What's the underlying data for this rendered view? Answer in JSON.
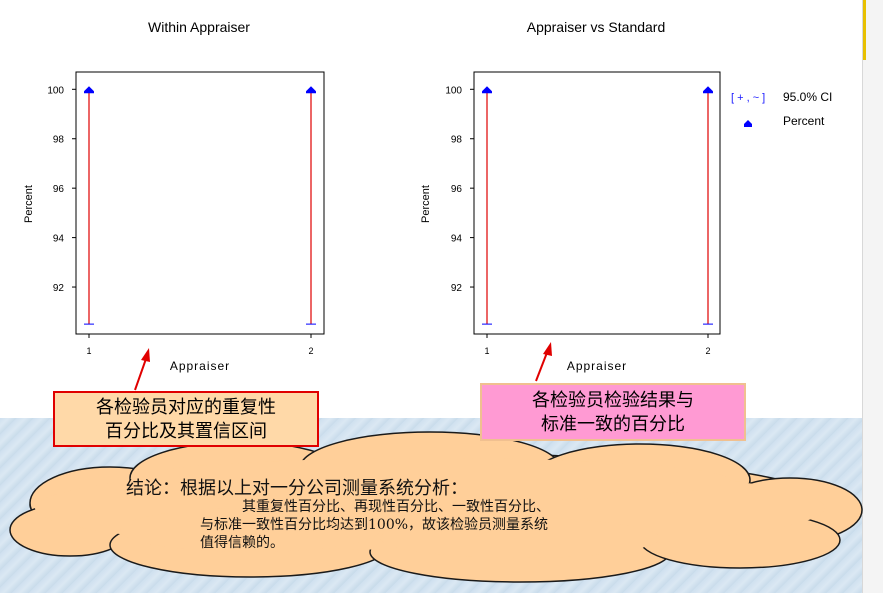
{
  "charts": {
    "left_title": "Within Appraiser",
    "right_title": "Appraiser vs Standard",
    "ylabel": "Percent",
    "xlabel": "Appraiser",
    "legend": {
      "ci_label": "95.0% CI",
      "ci_symbol": "[ + , ~ ]",
      "point_label": "Percent"
    }
  },
  "chart_data": [
    {
      "type": "scatter",
      "title": "Within Appraiser",
      "xlabel": "Appraiser",
      "ylabel": "Percent",
      "categories": [
        "1",
        "2"
      ],
      "series": [
        {
          "name": "Percent",
          "values": [
            100,
            100
          ]
        },
        {
          "name": "95.0% CI",
          "lower": [
            90.5,
            90.5
          ],
          "upper": [
            100,
            100
          ]
        }
      ],
      "yticks": [
        92,
        94,
        96,
        98,
        100
      ],
      "ylim": [
        90.1,
        100.7
      ]
    },
    {
      "type": "scatter",
      "title": "Appraiser vs Standard",
      "xlabel": "Appraiser",
      "ylabel": "Percent",
      "categories": [
        "1",
        "2"
      ],
      "series": [
        {
          "name": "Percent",
          "values": [
            100,
            100
          ]
        },
        {
          "name": "95.0% CI",
          "lower": [
            90.5,
            90.5
          ],
          "upper": [
            100,
            100
          ]
        }
      ],
      "yticks": [
        92,
        94,
        96,
        98,
        100
      ],
      "ylim": [
        90.1,
        100.7
      ],
      "legend": "right"
    }
  ],
  "notes": {
    "left_line1": "各检验员对应的重复性",
    "left_line2": "百分比及其置信区间",
    "right_line1": "各检验员检验结果与",
    "right_line2": "标准一致的百分比"
  },
  "conclusion": {
    "title": "结论：根据以上对一分公司测量系统分析：",
    "line1": "其重复性百分比、再现性百分比、一致性百分比、",
    "line2": "与标准一致性百分比均达到100%，故该检验员测量系统",
    "line3": "值得信赖的。"
  },
  "colors": {
    "point": "#0000ff",
    "ci_line": "#e00000",
    "arrow": "#e00000",
    "cloud_fill": "#ffcf99",
    "left_note_fill": "#ffd9a8",
    "right_note_fill": "#ff9ad3"
  }
}
